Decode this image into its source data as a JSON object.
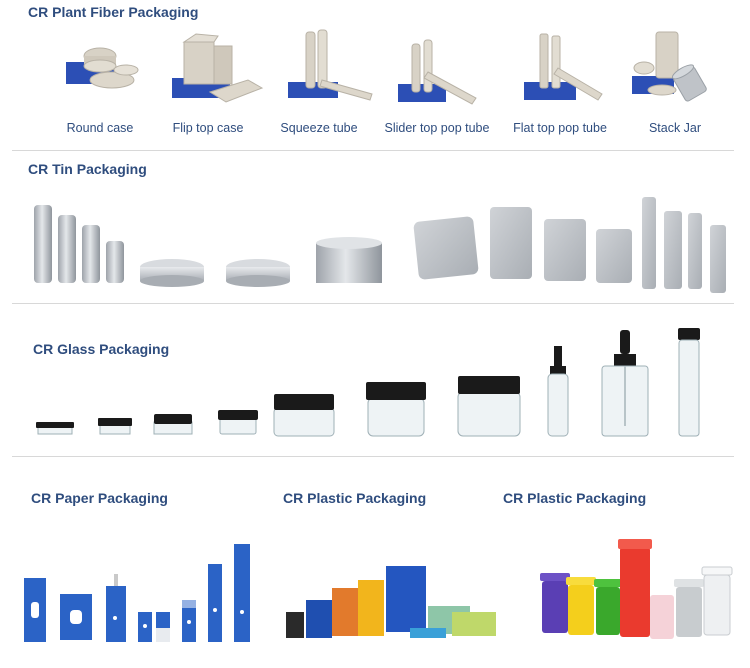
{
  "sections": {
    "plant_fiber": {
      "title": "CR Plant Fiber Packaging",
      "items": [
        {
          "label": "Round case"
        },
        {
          "label": "Flip top case"
        },
        {
          "label": "Squeeze tube"
        },
        {
          "label": "Slider top pop tube"
        },
        {
          "label": "Flat top pop tube"
        },
        {
          "label": "Stack Jar"
        }
      ]
    },
    "tin": {
      "title": "CR Tin Packaging"
    },
    "glass": {
      "title": "CR Glass Packaging"
    },
    "paper": {
      "title": "CR Paper Packaging"
    },
    "plastic_bags": {
      "title": "CR Plastic Packaging"
    },
    "plastic_vials": {
      "title": "CR Plastic Packaging"
    }
  },
  "colors": {
    "title_text": "#2f4d7e",
    "blue_base": "#2c4fb5",
    "fiber": "#d8d2c6",
    "tin": "#b8bcc2",
    "glass_lid": "#1a1a1a"
  }
}
